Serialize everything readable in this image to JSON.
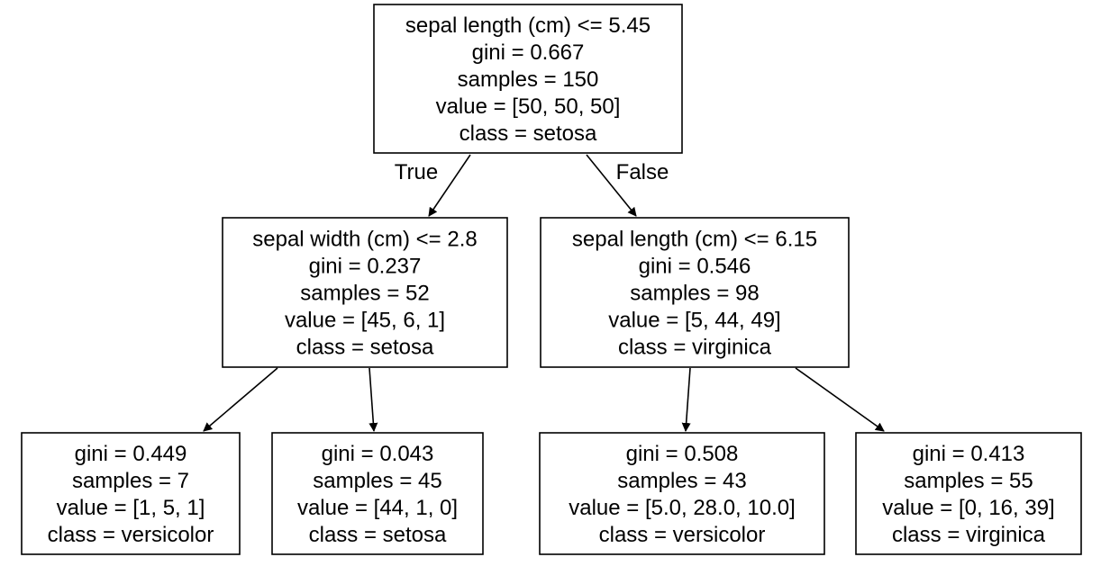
{
  "tree": {
    "nodes": [
      {
        "id": "root",
        "lines": [
          "sepal length (cm) <= 5.45",
          "gini = 0.667",
          "samples = 150",
          "value = [50, 50, 50]",
          "class = setosa"
        ]
      },
      {
        "id": "left",
        "lines": [
          "sepal width (cm) <= 2.8",
          "gini = 0.237",
          "samples = 52",
          "value = [45, 6, 1]",
          "class = setosa"
        ]
      },
      {
        "id": "right",
        "lines": [
          "sepal length (cm) <= 6.15",
          "gini = 0.546",
          "samples = 98",
          "value = [5, 44, 49]",
          "class = virginica"
        ]
      },
      {
        "id": "left-left",
        "lines": [
          "gini = 0.449",
          "samples = 7",
          "value = [1, 5, 1]",
          "class = versicolor"
        ]
      },
      {
        "id": "left-right",
        "lines": [
          "gini = 0.043",
          "samples = 45",
          "value = [44, 1, 0]",
          "class = setosa"
        ]
      },
      {
        "id": "right-left",
        "lines": [
          "gini = 0.508",
          "samples = 43",
          "value = [5.0, 28.0, 10.0]",
          "class = versicolor"
        ]
      },
      {
        "id": "right-right",
        "lines": [
          "gini = 0.413",
          "samples = 55",
          "value = [0, 16, 39]",
          "class = virginica"
        ]
      }
    ],
    "edges": [
      {
        "from": "root",
        "to": "left",
        "label": "True"
      },
      {
        "from": "root",
        "to": "right",
        "label": "False"
      },
      {
        "from": "left",
        "to": "left-left",
        "label": ""
      },
      {
        "from": "left",
        "to": "left-right",
        "label": ""
      },
      {
        "from": "right",
        "to": "right-left",
        "label": ""
      },
      {
        "from": "right",
        "to": "right-right",
        "label": ""
      }
    ]
  }
}
